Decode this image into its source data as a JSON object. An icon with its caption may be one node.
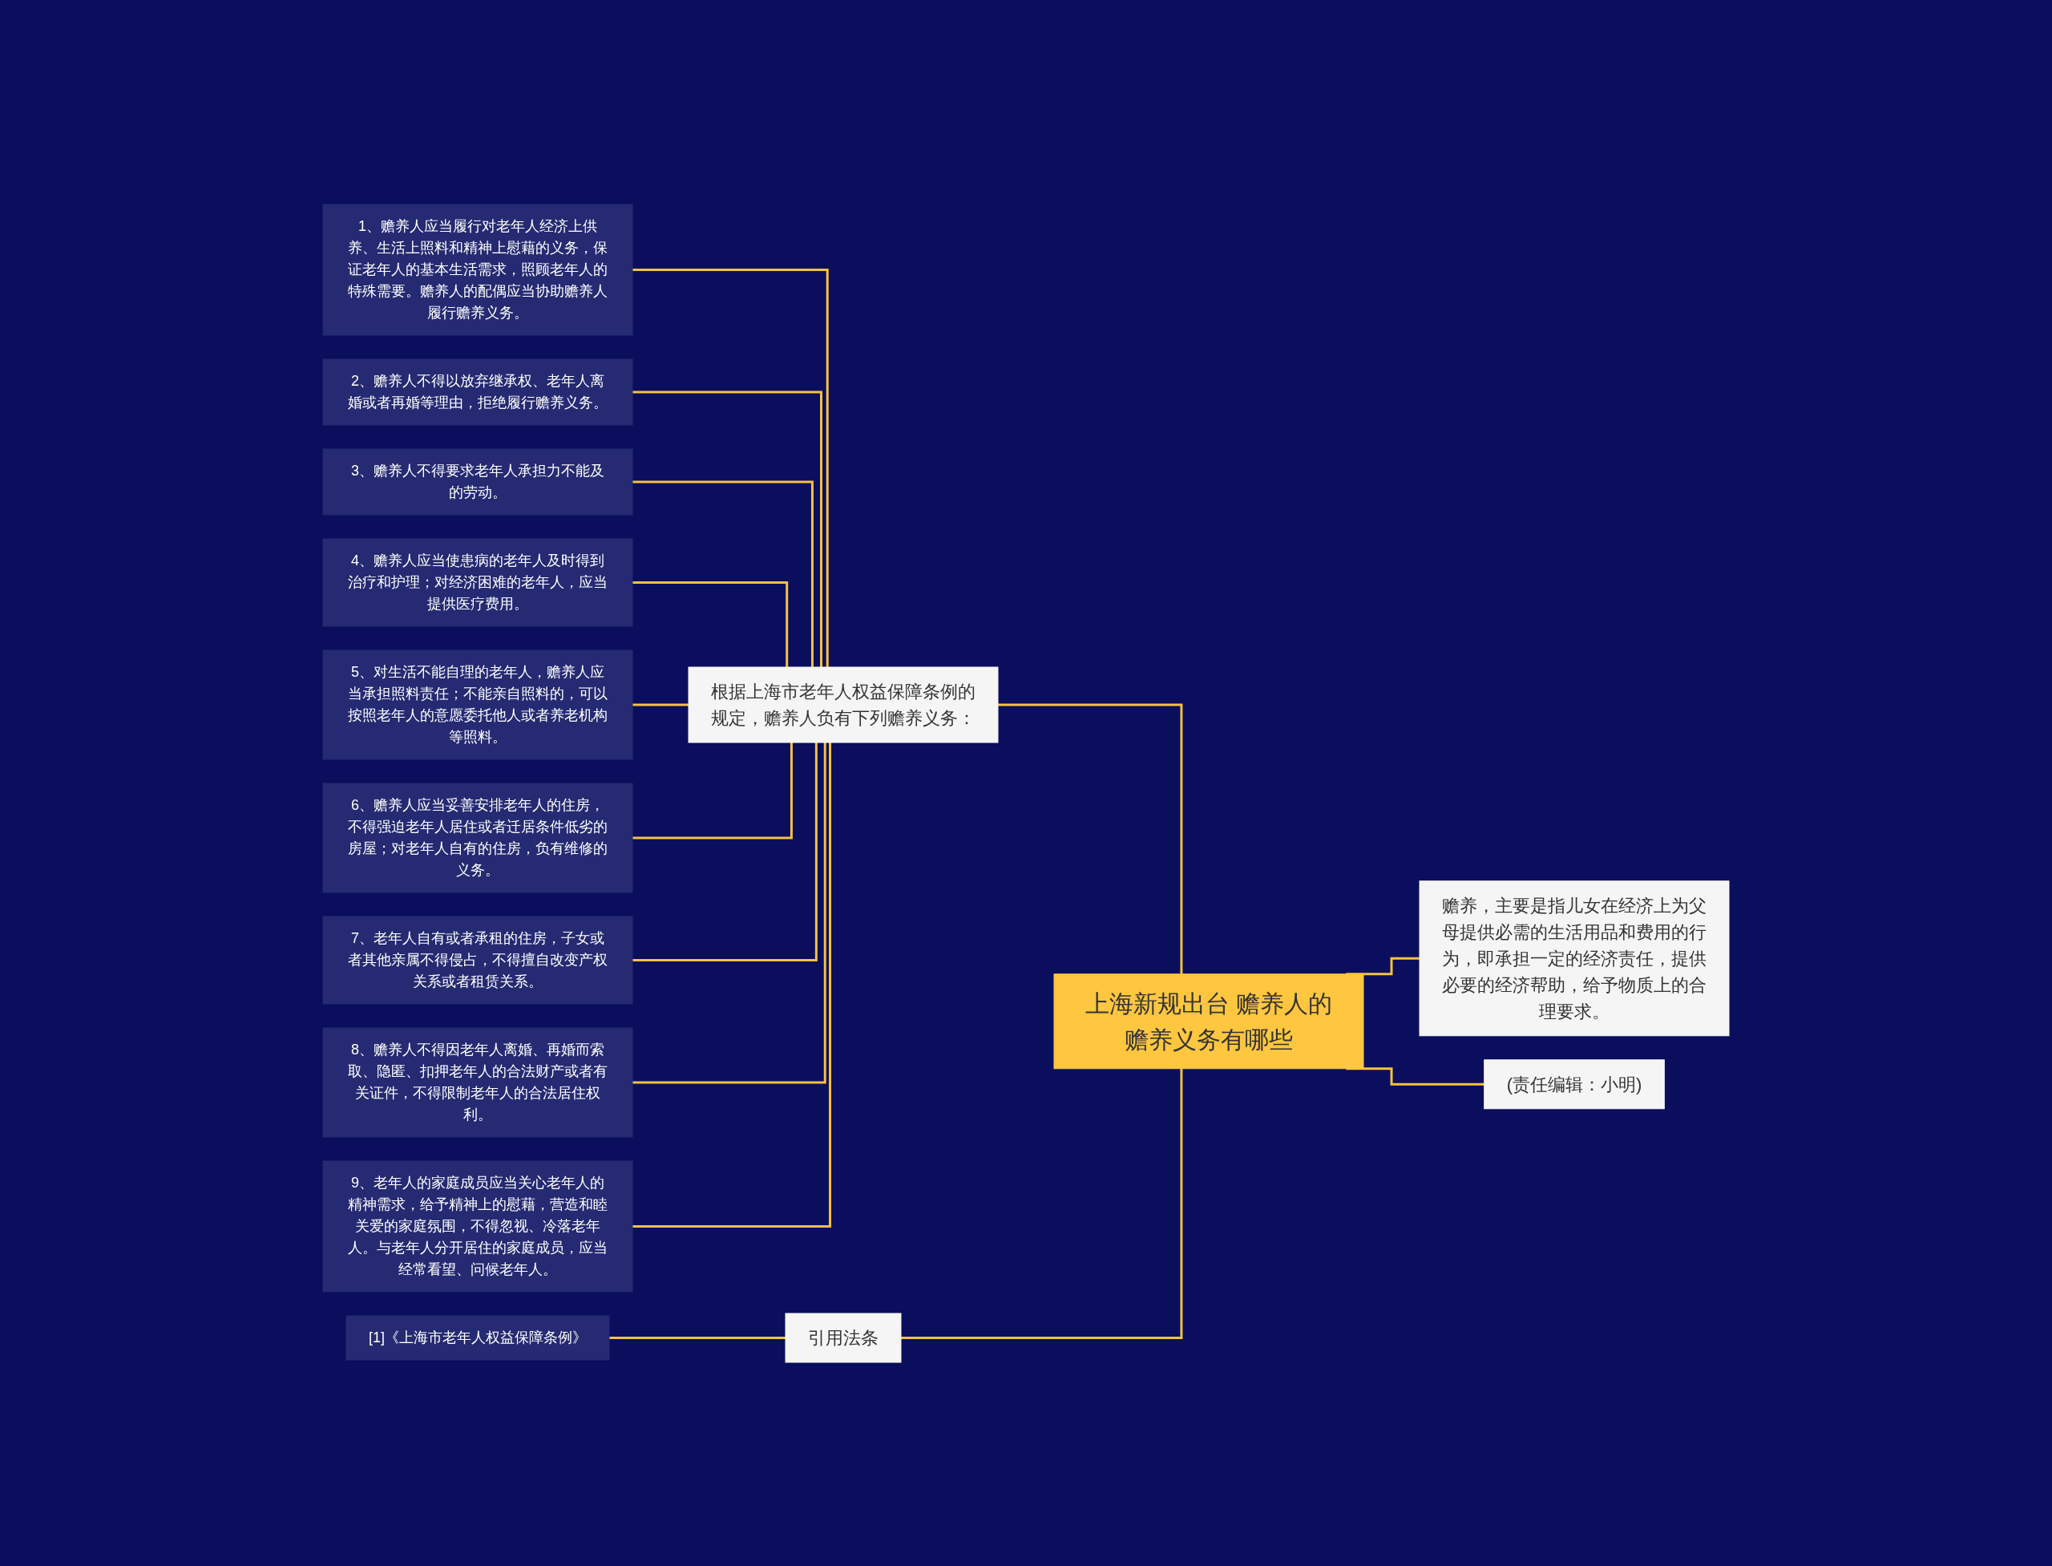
{
  "diagram": {
    "nodes": [
      {
        "text": [
          "上海新规出台 赡养人的赡养义务有哪些"
        ]
      },
      {
        "text": [
          "根据上海市老年人权益保障条例的规定，赡养人负有下列赡养义务："
        ]
      },
      {
        "text": [
          "1、赡养人应当履行对老年人经济上供养、生活上照料和精神上慰藉的义务，保证老年人的基本生活需求，照顾老年人的特殊需要。赡养人的配偶应当协助赡养人履行赡养义务。"
        ]
      },
      {
        "text": [
          "2、赡养人不得以放弃继承权、老年人离婚或者再婚等理由，拒绝履行赡养义务。"
        ]
      },
      {
        "text": [
          "3、赡养人不得要求老年人承担力不能及的劳动。"
        ]
      },
      {
        "text": [
          "4、赡养人应当使患病的老年人及时得到治疗和护理；对经济困难的老年人，应当提供医疗费用。"
        ]
      },
      {
        "text": [
          "5、对生活不能自理的老年人，赡养人应当承担照料责任；不能亲自照料的，可以按照老年人的意愿委托他人或者养老机构等照料。"
        ]
      },
      {
        "text": [
          "6、赡养人应当妥善安排老年人的住房，不得强迫老年人居住或者迁居条件低劣的房屋；对老年人自有的住房，负有维修的义务。"
        ]
      },
      {
        "text": [
          "7、老年人自有或者承租的住房，子女或者其他亲属不得侵占，不得擅自改变产权关系或者租赁关系。"
        ]
      },
      {
        "text": [
          "8、赡养人不得因老年人离婚、再婚而索取、隐匿、扣押老年人的合法财产或者有关证件，不得限制老年人的合法居住权利。"
        ]
      },
      {
        "text": [
          "9、老年人的家庭成员应当关心老年人的精神需求，给予精神上的慰藉，营造和睦关爱的家庭氛围，不得忽视、冷落老年人。与老年人分开居住的家庭成员，应当经常看望、问候老年人。"
        ]
      },
      {
        "text": [
          "引用法条"
        ]
      },
      {
        "text": [
          "[1]《上海市老年人权益保障条例》"
        ]
      },
      {
        "text": [
          "赡养，主要是指儿女在经济上为父母提供必需的生活用品和费用的行为，即承担一定的经济责任，提供必要的经济帮助，给予物质上的合理要求。"
        ]
      },
      {
        "text": [
          "(责任编辑：小明)"
        ]
      }
    ],
    "edges": [
      {
        "from": 0,
        "to": 1,
        "arrow": "none"
      },
      {
        "from": 1,
        "to": 2,
        "arrow": "none"
      },
      {
        "from": 1,
        "to": 3,
        "arrow": "none"
      },
      {
        "from": 1,
        "to": 4,
        "arrow": "none"
      },
      {
        "from": 1,
        "to": 5,
        "arrow": "none"
      },
      {
        "from": 1,
        "to": 6,
        "arrow": "none"
      },
      {
        "from": 1,
        "to": 7,
        "arrow": "none"
      },
      {
        "from": 1,
        "to": 8,
        "arrow": "none"
      },
      {
        "from": 1,
        "to": 9,
        "arrow": "none"
      },
      {
        "from": 1,
        "to": 10,
        "arrow": "none"
      },
      {
        "from": 0,
        "to": 11,
        "arrow": "none"
      },
      {
        "from": 11,
        "to": 12,
        "arrow": "none"
      },
      {
        "from": 0,
        "to": 13,
        "arrow": "none"
      },
      {
        "from": 0,
        "to": 14,
        "arrow": "none"
      }
    ]
  }
}
